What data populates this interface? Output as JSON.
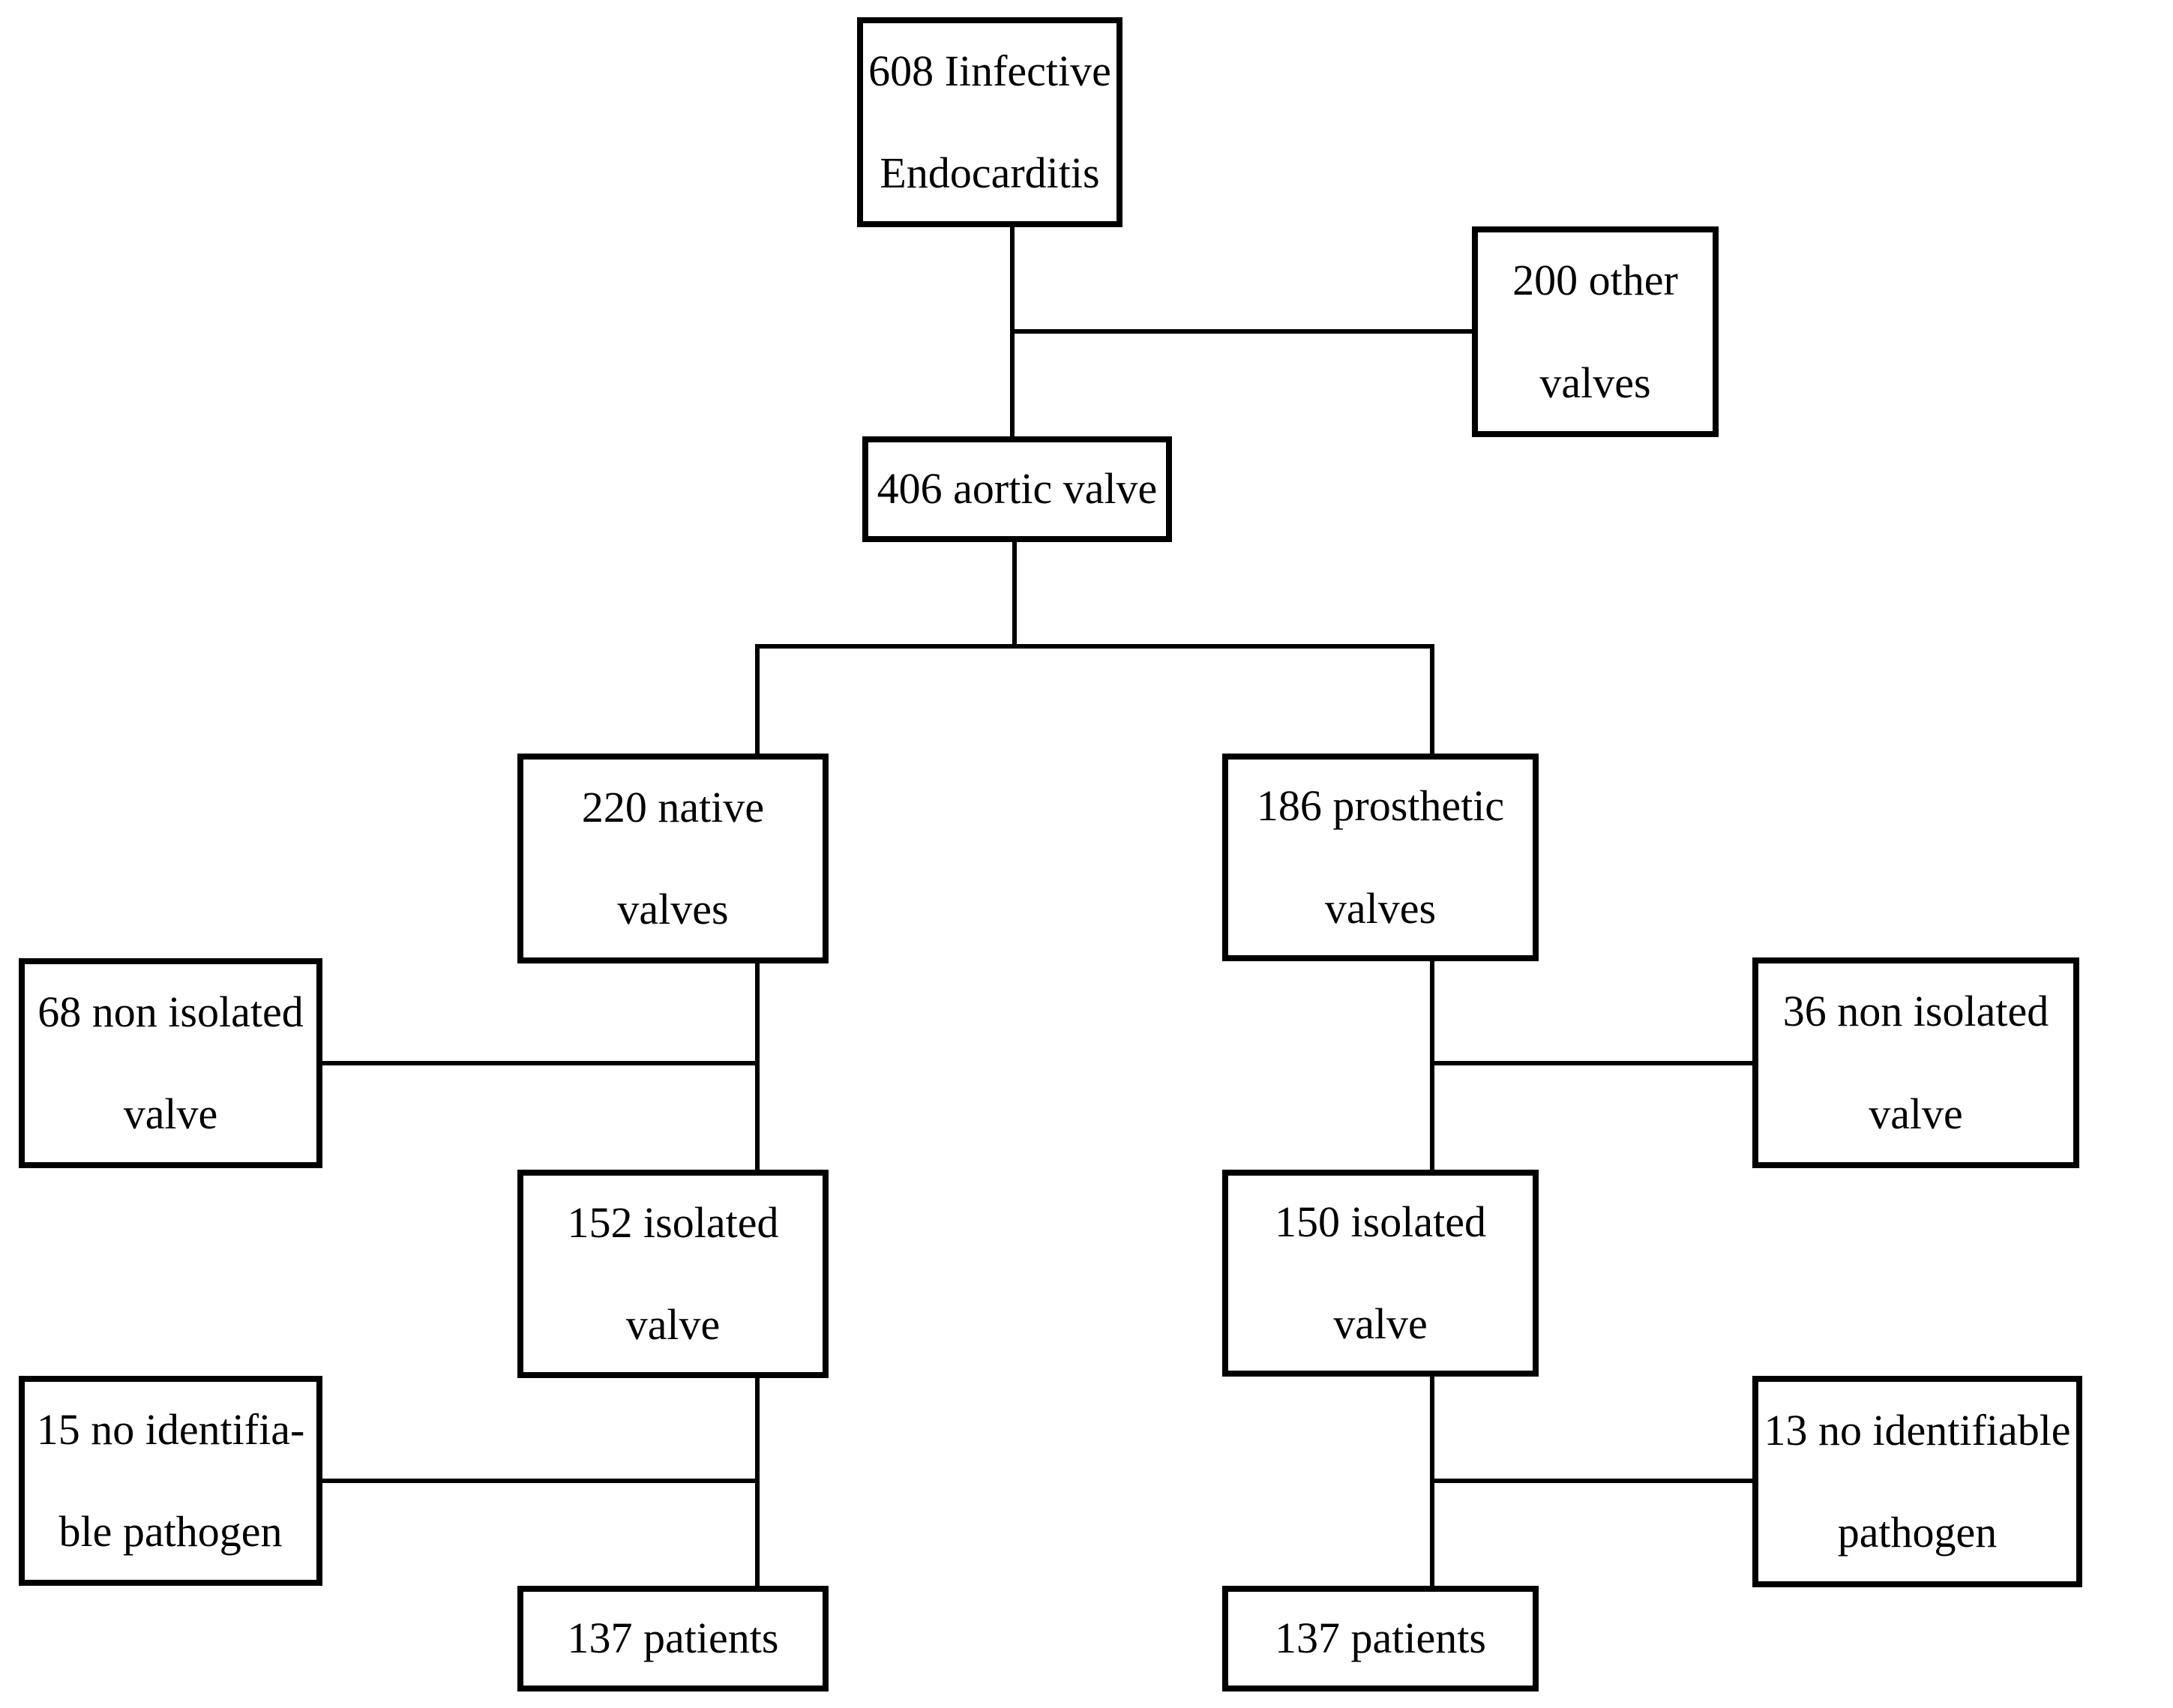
{
  "diagram": {
    "type": "flowchart",
    "background_color": "#ffffff",
    "line_color": "#000000",
    "box_fill_color": "#ffffff",
    "nodes": {
      "total_ie": {
        "text": "608 Iinfective\nEndocarditis"
      },
      "other_valves": {
        "text": "200 other\nvalves"
      },
      "aortic_valve": {
        "text": "406 aortic valve"
      },
      "native_valves": {
        "text": "220 native\nvalves"
      },
      "prosthetic_valves": {
        "text": "186 prosthetic\nvalves"
      },
      "native_non_isolated": {
        "text": "68 non isolated\nvalve"
      },
      "native_isolated": {
        "text": "152 isolated\nvalve"
      },
      "native_no_pathogen": {
        "text": "15 no identifia-\nble pathogen"
      },
      "native_patients": {
        "text": "137 patients"
      },
      "prosthetic_non_isolated": {
        "text": "36 non isolated\nvalve"
      },
      "prosthetic_isolated": {
        "text": "150 isolated\nvalve"
      },
      "prosthetic_no_pathogen": {
        "text": "13 no identifiable\npathogen"
      },
      "prosthetic_patients": {
        "text": "137 patients"
      }
    },
    "edges": [
      {
        "from": "total_ie",
        "to": "other_valves"
      },
      {
        "from": "total_ie",
        "to": "aortic_valve"
      },
      {
        "from": "aortic_valve",
        "to": "native_valves"
      },
      {
        "from": "aortic_valve",
        "to": "prosthetic_valves"
      },
      {
        "from": "native_valves",
        "to": "native_non_isolated"
      },
      {
        "from": "native_valves",
        "to": "native_isolated"
      },
      {
        "from": "native_isolated",
        "to": "native_no_pathogen"
      },
      {
        "from": "native_isolated",
        "to": "native_patients"
      },
      {
        "from": "prosthetic_valves",
        "to": "prosthetic_non_isolated"
      },
      {
        "from": "prosthetic_valves",
        "to": "prosthetic_isolated"
      },
      {
        "from": "prosthetic_isolated",
        "to": "prosthetic_no_pathogen"
      },
      {
        "from": "prosthetic_isolated",
        "to": "prosthetic_patients"
      }
    ]
  }
}
